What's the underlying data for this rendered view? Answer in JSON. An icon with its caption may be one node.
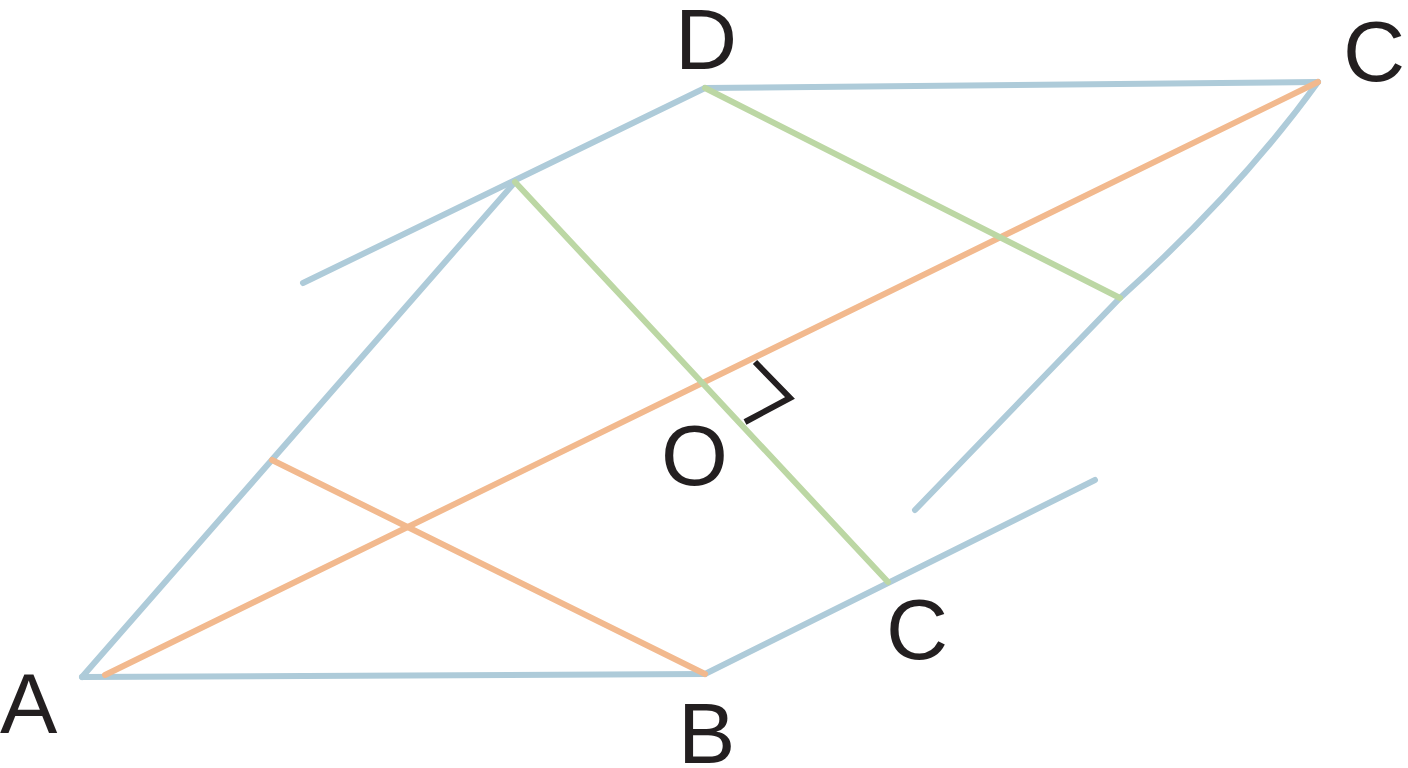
{
  "diagram": {
    "labels": [
      "D",
      "C",
      "O",
      "C",
      "A",
      "B"
    ]
  }
}
